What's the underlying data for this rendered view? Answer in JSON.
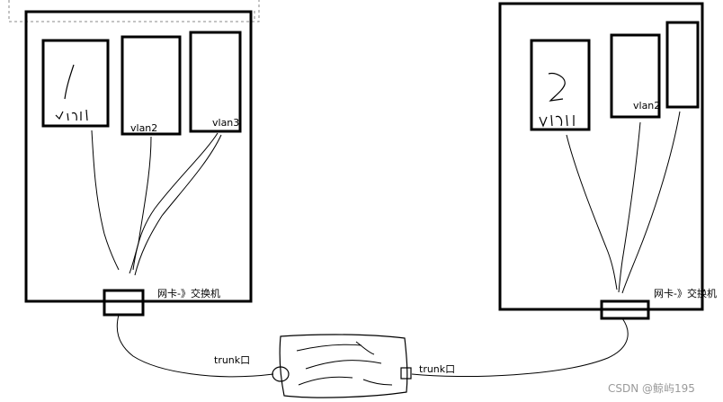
{
  "left_host": {
    "vlan_labels": [
      "vlan1",
      "vlan2",
      "vlan3"
    ],
    "nic_label": "网卡-》交换机"
  },
  "right_host": {
    "vlan_labels": [
      "vlan1",
      "vlan2"
    ],
    "nic_label": "网卡-》交换机"
  },
  "link": {
    "left_port_label": "trunk口",
    "right_port_label": "trunk口"
  },
  "watermark": "CSDN @鲸屿195",
  "colors": {
    "stroke": "#000000",
    "watermark": "#9a9a9a",
    "background": "#ffffff"
  }
}
